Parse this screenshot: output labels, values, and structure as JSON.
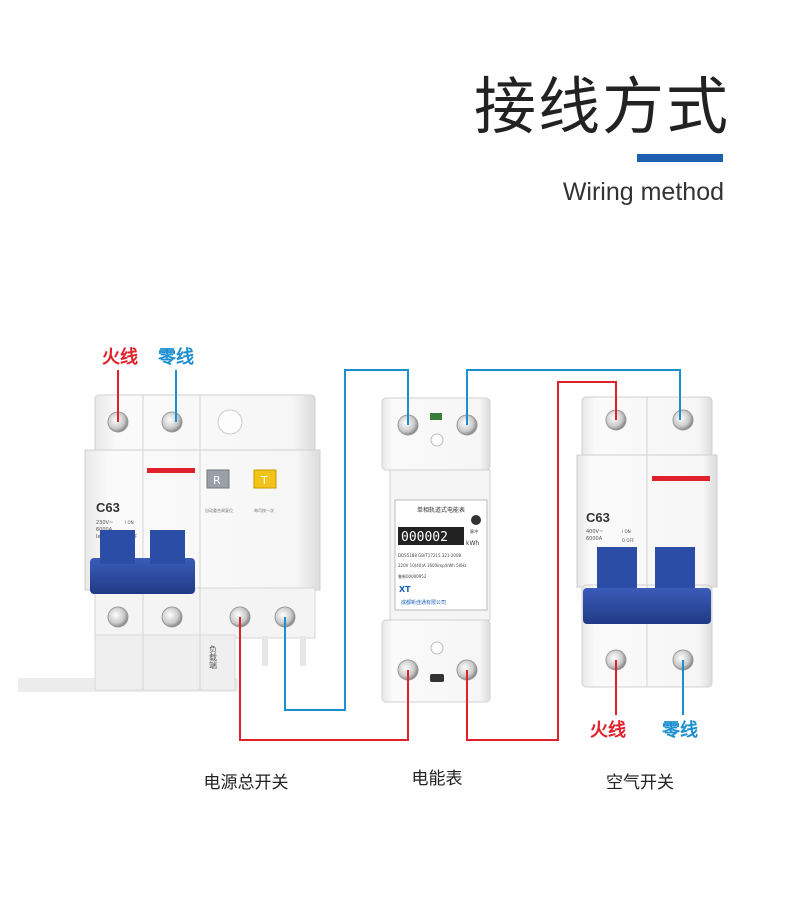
{
  "header": {
    "title_cn": "接线方式",
    "title_en": "Wiring method",
    "accent_color": "#1f5fb0"
  },
  "labels": {
    "fire_left": "火线",
    "zero_left": "零线",
    "fire_right": "火线",
    "zero_right": "零线"
  },
  "captions": {
    "main_switch": "电源总开关",
    "meter": "电能表",
    "air_switch": "空气开关"
  },
  "devices": {
    "rcbo": {
      "rating": "C63",
      "specs": [
        "230V~",
        "6000A",
        "Ie:30mA",
        "I ON",
        "O OFF"
      ],
      "btn_r": "R",
      "btn_t": "T",
      "sub_r": "自动重合闸复位",
      "sub_t": "每月按一次",
      "side_text": "负载端"
    },
    "meter": {
      "title": "单相轨道式电能表",
      "counter": "000002",
      "unit": "kWh",
      "model": "DDS5188 GB/T17215.321-2008",
      "specs": "220V 10(40)A 1600imp/kWh 50Hz",
      "serial": "鲁制00000952",
      "brand": "XT",
      "maker": "成都新佳通有限公司",
      "pulse": "脉冲"
    },
    "mcb": {
      "rating": "C63",
      "specs": [
        "400V~",
        "6000A",
        "I ON",
        "O OFF"
      ]
    }
  },
  "colors": {
    "fire": "#e0202a",
    "zero": "#1b8fd0",
    "handle": "#2a4aa0"
  }
}
